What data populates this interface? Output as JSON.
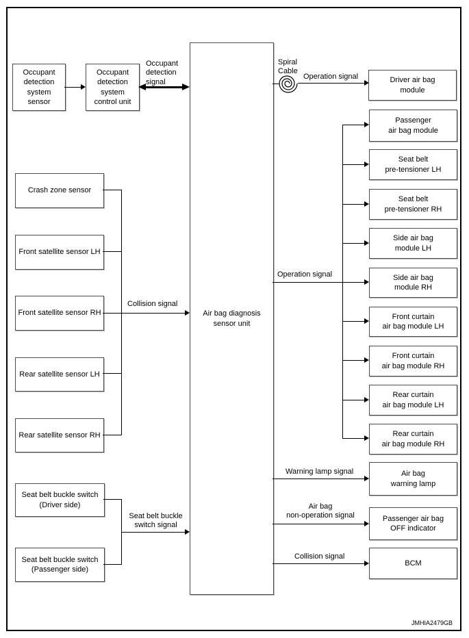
{
  "figure_id": "JMHIA2479GB",
  "nodes": {
    "occupant_sensor": "Occupant\ndetection\nsystem\nsensor",
    "occupant_control_unit": "Occupant\ndetection\nsystem\ncontrol unit",
    "central_unit": "Air bag diagnosis\nsensor unit",
    "crash_zone_sensor": "Crash zone sensor",
    "front_satellite_lh": "Front satellite sensor LH",
    "front_satellite_rh": "Front satellite sensor RH",
    "rear_satellite_lh": "Rear satellite sensor LH",
    "rear_satellite_rh": "Rear satellite sensor RH",
    "seat_belt_buckle_driver": "Seat belt buckle switch\n(Driver side)",
    "seat_belt_buckle_passenger": "Seat belt buckle switch\n(Passenger side)",
    "driver_air_bag_module": "Driver air bag\nmodule",
    "operation_targets": [
      "Passenger\nair bag module",
      "Seat belt\npre-tensioner LH",
      "Seat belt\npre-tensioner RH",
      "Side air bag\nmodule LH",
      "Side air bag\nmodule RH",
      "Front curtain\nair bag module LH",
      "Front curtain\nair bag module RH",
      "Rear curtain\nair bag module LH",
      "Rear curtain\nair bag module RH"
    ],
    "air_bag_warning_lamp": "Air bag\nwarning lamp",
    "passenger_off_indicator": "Passenger air bag\nOFF indicator",
    "bcm": "BCM"
  },
  "signal_labels": {
    "occupant_detection": "Occupant\ndetection\nsignal",
    "spiral_cable": "Spiral\nCable",
    "operation_driver": "Operation signal",
    "operation_main": "Operation signal",
    "collision_left": "Collision signal",
    "seat_belt_buckle": "Seat belt buckle\nswitch signal",
    "warning_lamp": "Warning lamp signal",
    "non_operation": "Air bag\nnon-operation signal",
    "collision_bcm": "Collision signal"
  }
}
